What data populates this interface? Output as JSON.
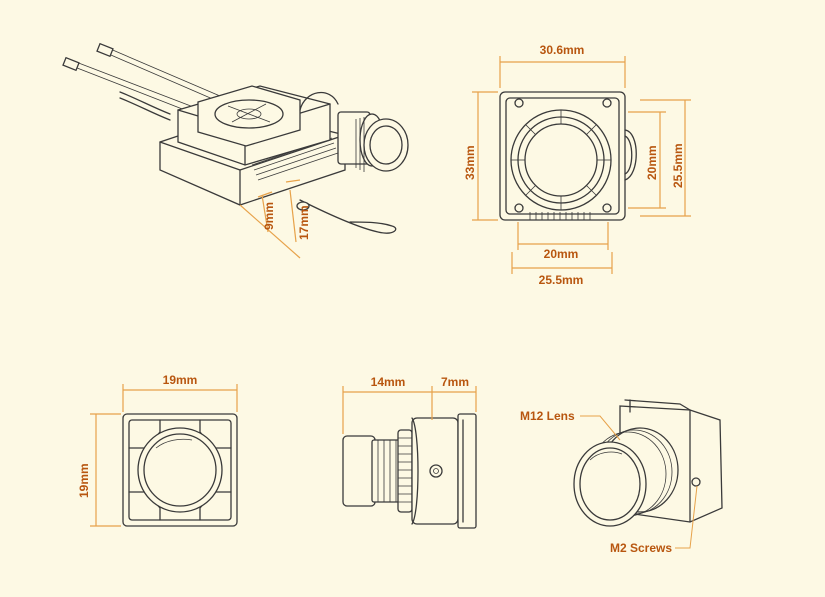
{
  "top_view": {
    "width_label": "30.6mm",
    "height_label": "33mm",
    "fan_height_label": "20mm",
    "fan_frame_label": "25.5mm",
    "bottom_inner_label": "20mm",
    "bottom_outer_label": "25.5mm"
  },
  "iso_view": {
    "dim_a_label": "9mm",
    "dim_b_label": "17mm"
  },
  "front_view": {
    "width_label": "19mm",
    "height_label": "19mm"
  },
  "side_view": {
    "lens_length_label": "14mm",
    "body_length_label": "7mm"
  },
  "camera_view": {
    "lens_callout": "M12 Lens",
    "screws_callout": "M2 Screws"
  },
  "colors": {
    "background": "#fdf9e4",
    "dimension_line": "#e7a24a",
    "label": "#b8560f",
    "outline": "#3a3a3a"
  }
}
